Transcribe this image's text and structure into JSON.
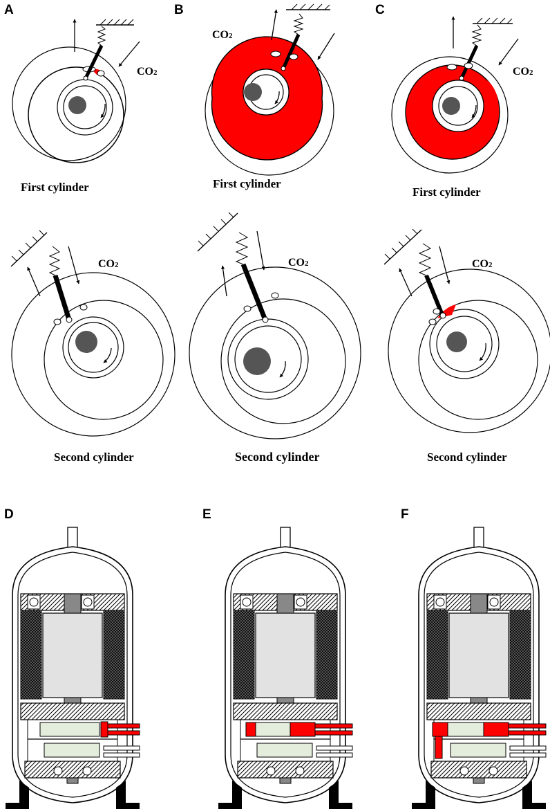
{
  "panels": {
    "a": {
      "letter": "A",
      "top_caption": "First cylinder",
      "bottom_caption": "Second cylinder",
      "gas": "CO",
      "gas_sub": "2"
    },
    "b": {
      "letter": "B",
      "top_caption": "First cylinder",
      "bottom_caption": "Second cylinder",
      "gas": "CO",
      "gas_sub": "2"
    },
    "c": {
      "letter": "C",
      "top_caption": "First cylinder",
      "bottom_caption": "Second cylinder",
      "gas": "CO",
      "gas_sub": "2"
    },
    "d": {
      "letter": "D"
    },
    "e": {
      "letter": "E"
    },
    "f": {
      "letter": "F"
    }
  },
  "colors": {
    "refrigerant": "#ff0000",
    "shaft": "#555555",
    "line": "#000000",
    "rotor": "#e2e2e2",
    "roller": "#e4ecdc"
  }
}
